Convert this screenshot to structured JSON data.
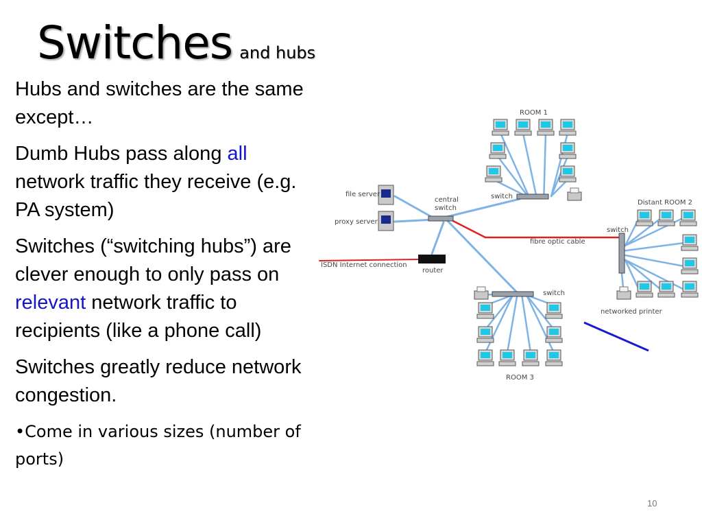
{
  "slide": {
    "title": "Switches",
    "subtitle": "and hubs",
    "page_number": "10"
  },
  "body": {
    "p1": "Hubs and switches are the same except…",
    "p2_before": "Dumb Hubs pass along ",
    "p2_accent": "all",
    "p2_after": " network traffic they receive (e.g. PA system)",
    "p3_before": "Switches (“switching hubs”) are clever enough to only pass on ",
    "p3_accent": "relevant",
    "p3_after": " network traffic to recipients (like a phone call)",
    "p4": "Switches greatly reduce network congestion.",
    "bullet": "•Come in various sizes (number of ports)"
  },
  "diagram": {
    "labels": {
      "room1": "ROOM 1",
      "room1_switch": "switch",
      "file_server": "file server",
      "proxy_server": "proxy server",
      "central_switch_line1": "central",
      "central_switch_line2": "switch",
      "isdn": "ISDN Internet connection",
      "router": "router",
      "fibre": "fibre optic cable",
      "distant_room": "Distant ROOM 2",
      "room2_switch": "switch",
      "networked_printer": "networked printer",
      "room3_switch": "switch",
      "room3": "ROOM 3"
    },
    "colors": {
      "cable": "#7eb3e6",
      "fibre": "#e02020",
      "isdn_cable": "#e02020",
      "annotation": "#1a1ad0",
      "screen": "#20c8e8"
    }
  }
}
